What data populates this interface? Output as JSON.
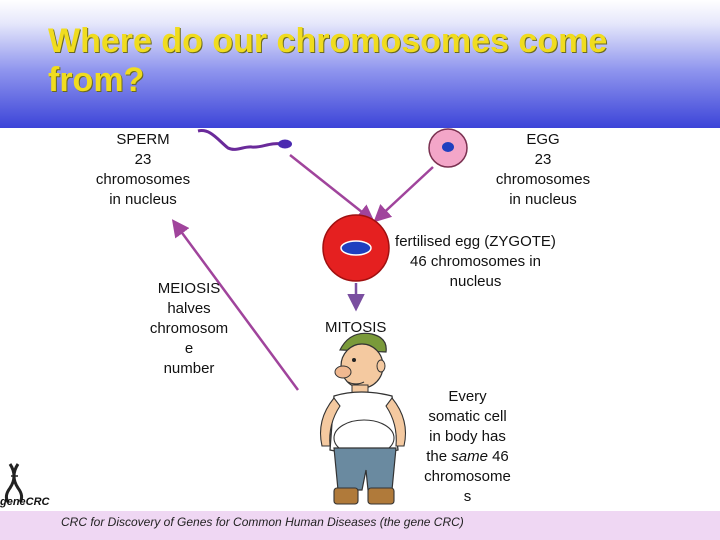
{
  "title": "Where do our chromosomes come from?",
  "sperm": {
    "lines": [
      "SPERM",
      "23",
      "chromosomes",
      "in nucleus"
    ]
  },
  "egg": {
    "lines": [
      "EGG",
      "23",
      "chromosomes",
      "in nucleus"
    ]
  },
  "zygote": {
    "lines": [
      "fertilised egg (ZYGOTE)",
      "46 chromosomes in",
      "nucleus"
    ]
  },
  "meiosis": {
    "lines": [
      "MEIOSIS",
      "halves",
      "chromosom",
      "e",
      "number"
    ]
  },
  "mitosis": {
    "label": "MITOSIS"
  },
  "somatic": {
    "line1": "Every",
    "line2": "somatic cell",
    "line3": "in body has",
    "line4_pre": "the ",
    "line4_em": "same",
    "line4_post": " 46",
    "line5": "chromosome",
    "line6": "s"
  },
  "footer": {
    "text": "CRC for Discovery of Genes for Common Human Diseases (the gene CRC)"
  },
  "logo": {
    "text": "geneCRC"
  },
  "colors": {
    "title": "#f0dc1f",
    "arrow": "#a0449c",
    "sperm": "#6a2a9a",
    "egg_fill": "#f3a6c8",
    "nucleus": "#1f3fbf",
    "zygote": "#e52020",
    "footer_bg": "#efd7f3"
  }
}
